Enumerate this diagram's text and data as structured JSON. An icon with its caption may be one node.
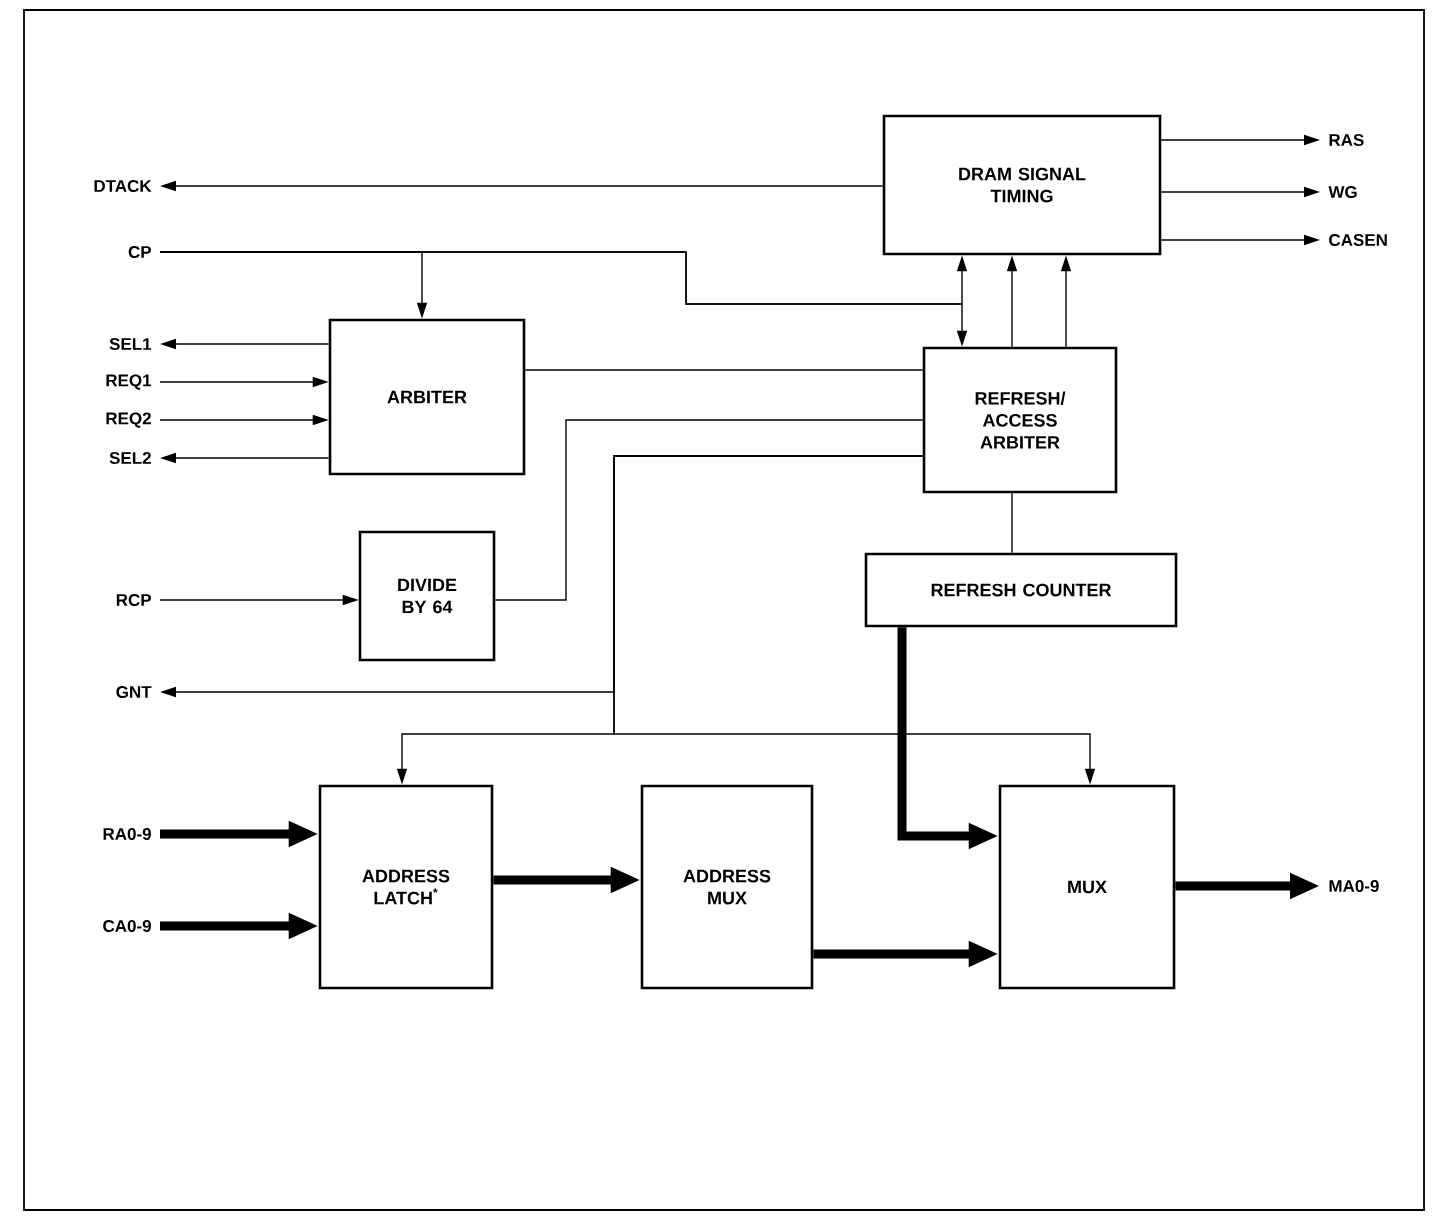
{
  "diagram": {
    "nodes": [
      {
        "text": [
          "DRAM SIGNAL TIMING"
        ]
      },
      {
        "text": [
          "RAS"
        ]
      },
      {
        "text": [
          "DTACK"
        ]
      },
      {
        "text": [
          "WG"
        ]
      },
      {
        "text": [
          "CASEN"
        ]
      },
      {
        "text": [
          "CP"
        ]
      },
      {
        "text": [
          "SEL1"
        ]
      },
      {
        "text": [
          "REQ1"
        ]
      },
      {
        "text": [
          "ARBITER"
        ]
      },
      {
        "text": [
          "REFRESH/ ACCESS ARBITER"
        ]
      },
      {
        "text": [
          "REQ2"
        ]
      },
      {
        "text": [
          "SEL2"
        ]
      },
      {
        "text": [
          "RCP"
        ]
      },
      {
        "text": [
          "DIVIDE BY 64"
        ]
      },
      {
        "text": [
          "REFRESH COUNTER"
        ]
      },
      {
        "text": [
          "GNT"
        ]
      },
      {
        "text": [
          "RA0-9"
        ]
      },
      {
        "text": [
          "ADDRESS LATCH$^{*}$"
        ]
      },
      {
        "text": [
          "ADDRESS MUX"
        ]
      },
      {
        "text": [
          "MUX"
        ]
      },
      {
        "text": [
          "MA0-9"
        ]
      },
      {
        "text": [
          "CA0-9"
        ]
      }
    ],
    "edges": [
      {
        "from": 0,
        "to": 2,
        "arrow": "to"
      },
      {
        "from": 0,
        "to": 1,
        "arrow": "to"
      },
      {
        "from": 0,
        "to": 3,
        "arrow": "to"
      },
      {
        "from": 0,
        "to": 4,
        "arrow": "to"
      },
      {
        "from": 5,
        "to": 8,
        "arrow": "to"
      },
      {
        "from": 5,
        "to": 0,
        "arrow": "to"
      },
      {
        "from": 5,
        "to": 9,
        "arrow": "to"
      },
      {
        "from": 9,
        "to": 0,
        "arrow": "to"
      },
      {
        "from": 9,
        "to": 0,
        "arrow": "to"
      },
      {
        "from": 8,
        "to": 6,
        "arrow": "to"
      },
      {
        "from": 7,
        "to": 8,
        "arrow": "to"
      },
      {
        "from": 10,
        "to": 8,
        "arrow": "to"
      },
      {
        "from": 8,
        "to": 11,
        "arrow": "to"
      },
      {
        "from": 8,
        "to": 9,
        "arrow": "none"
      },
      {
        "from": 12,
        "to": 13,
        "arrow": "to"
      },
      {
        "from": 13,
        "to": 9,
        "arrow": "none"
      },
      {
        "from": 9,
        "to": 15,
        "arrow": "to"
      },
      {
        "from": 9,
        "to": 17,
        "arrow": "to"
      },
      {
        "from": 9,
        "to": 19,
        "arrow": "to"
      },
      {
        "from": 9,
        "to": 14,
        "arrow": "none"
      },
      {
        "from": 14,
        "to": 19,
        "arrow": "to",
        "style": "thick"
      },
      {
        "from": 16,
        "to": 17,
        "arrow": "to",
        "style": "thick"
      },
      {
        "from": 21,
        "to": 17,
        "arrow": "to",
        "style": "thick"
      },
      {
        "from": 17,
        "to": 18,
        "arrow": "to",
        "style": "thick"
      },
      {
        "from": 18,
        "to": 19,
        "arrow": "to",
        "style": "thick"
      },
      {
        "from": 19,
        "to": 20,
        "arrow": "to",
        "style": "thick"
      }
    ]
  }
}
